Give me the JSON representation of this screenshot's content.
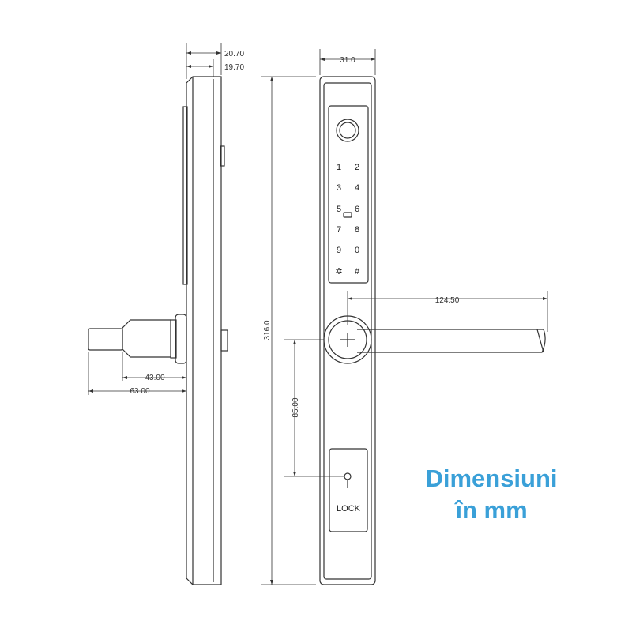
{
  "dimensions": {
    "side_total_depth": "20.70",
    "side_plate_depth": "19.70",
    "front_width": "31.0",
    "total_height": "316.0",
    "handle_length": "124.50",
    "handle_to_key": "85.00",
    "spindle_short": "43.00",
    "spindle_long": "63.00"
  },
  "keypad": {
    "keys": [
      "1",
      "2",
      "3",
      "4",
      "5",
      "6",
      "7",
      "8",
      "9",
      "0",
      "✲",
      "#"
    ]
  },
  "lock_cover_label": "LOCK",
  "caption": {
    "line1": "Dimensiuni",
    "line2": "în mm"
  },
  "colors": {
    "line": "#333333",
    "caption": "#3aa0d8"
  }
}
